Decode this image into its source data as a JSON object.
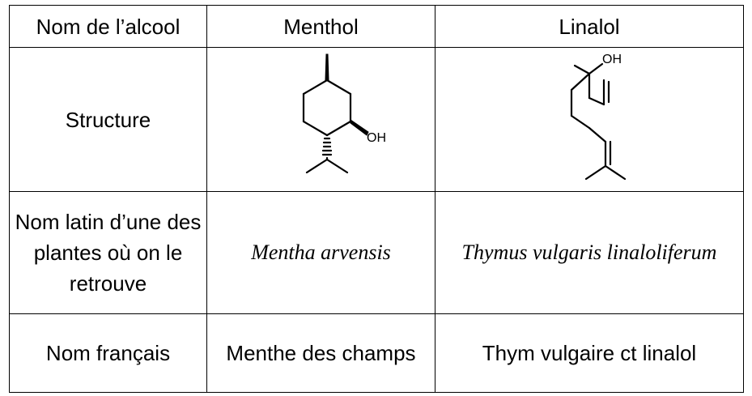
{
  "table": {
    "header": [
      "Nom de l’alcool",
      "Menthol",
      "Linalol"
    ],
    "rows": [
      {
        "label": "Structure",
        "menthol": {
          "structure_label": "OH"
        },
        "linalol": {
          "structure_label": "OH"
        }
      },
      {
        "label": "Nom latin d’une des plantes où on le retrouve",
        "menthol": "Mentha arvensis",
        "linalol": "Thymus vulgaris linaloliferum"
      },
      {
        "label": "Nom français",
        "menthol": "Menthe des champs",
        "linalol": "Thym vulgaire ct linalol"
      }
    ]
  }
}
